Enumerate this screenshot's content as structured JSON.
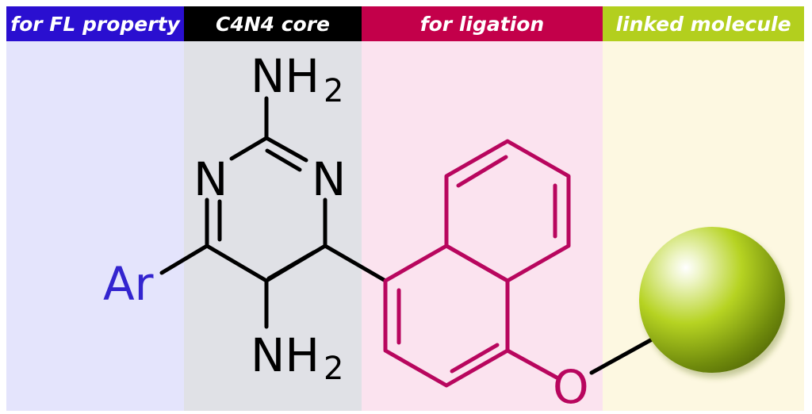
{
  "headers": [
    {
      "label": "for FL property",
      "bg": "#2a0fd0"
    },
    {
      "label": "C4N4 core",
      "bg": "#000000"
    },
    {
      "label": "for ligation",
      "bg": "#c3004a"
    },
    {
      "label": "linked molecule",
      "bg": "#b3cf1e"
    }
  ],
  "bands": [
    {
      "bg": "#e4e4fc"
    },
    {
      "bg": "#e0e1e6"
    },
    {
      "bg": "#fbe3ef"
    },
    {
      "bg": "#fdf8e1"
    }
  ],
  "atoms": {
    "top_amine": {
      "main": "NH",
      "sub": "2"
    },
    "bottom_amine": {
      "main": "NH",
      "sub": "2"
    },
    "ring_n_left": "N",
    "ring_n_right": "N",
    "aryl": "Ar",
    "oxygen": "O"
  },
  "colors": {
    "core_bonds": "#000000",
    "naphthyl": "#b8065e",
    "aryl": "#3324cf",
    "sphere": "#a8c71a"
  }
}
